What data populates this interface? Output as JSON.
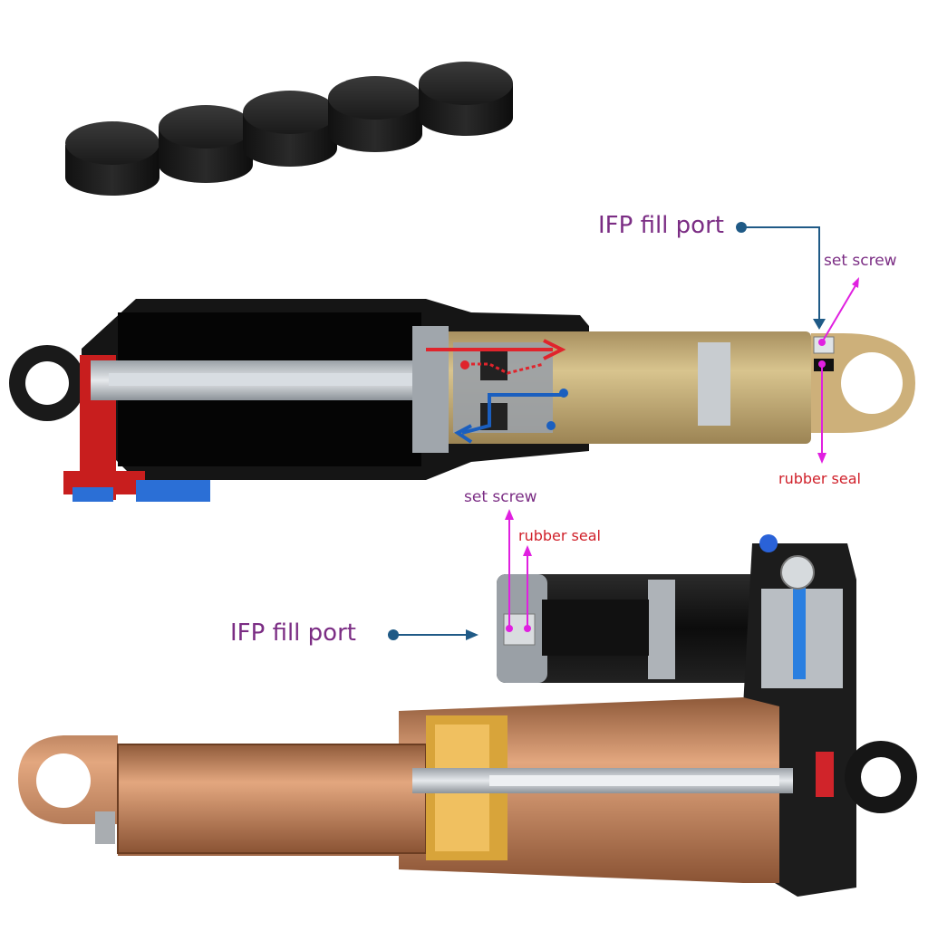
{
  "figure": {
    "caps_count": 5,
    "colors": {
      "label_purple": "#7b2d84",
      "seal_red": "#d0202a",
      "leader_blue": "#1f5a86",
      "leader_magenta": "#e020e0",
      "shock_gold": "#c9b07a",
      "shock_copper": "#c98b62",
      "shock_black": "#111111"
    }
  },
  "top_shock": {
    "ifp_label": "IFP fill port",
    "set_screw_label": "set screw",
    "rubber_seal_label": "rubber seal"
  },
  "bottom_shock": {
    "ifp_label": "IFP fill port",
    "set_screw_label": "set screw",
    "rubber_seal_label": "rubber seal"
  }
}
